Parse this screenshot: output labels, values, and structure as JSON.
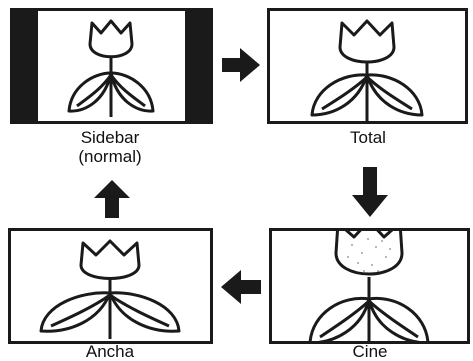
{
  "panels": {
    "sidebar": {
      "label_line1": "Sidebar",
      "label_line2": "(normal)"
    },
    "total": {
      "label": "Total"
    },
    "cine": {
      "label": "Cine"
    },
    "ancha": {
      "label": "Ancha"
    }
  },
  "colors": {
    "ink": "#1a1a1a",
    "background": "#ffffff"
  },
  "icons": [
    "tulip-icon",
    "arrow-right-icon",
    "arrow-down-icon",
    "arrow-left-icon",
    "arrow-up-icon"
  ]
}
